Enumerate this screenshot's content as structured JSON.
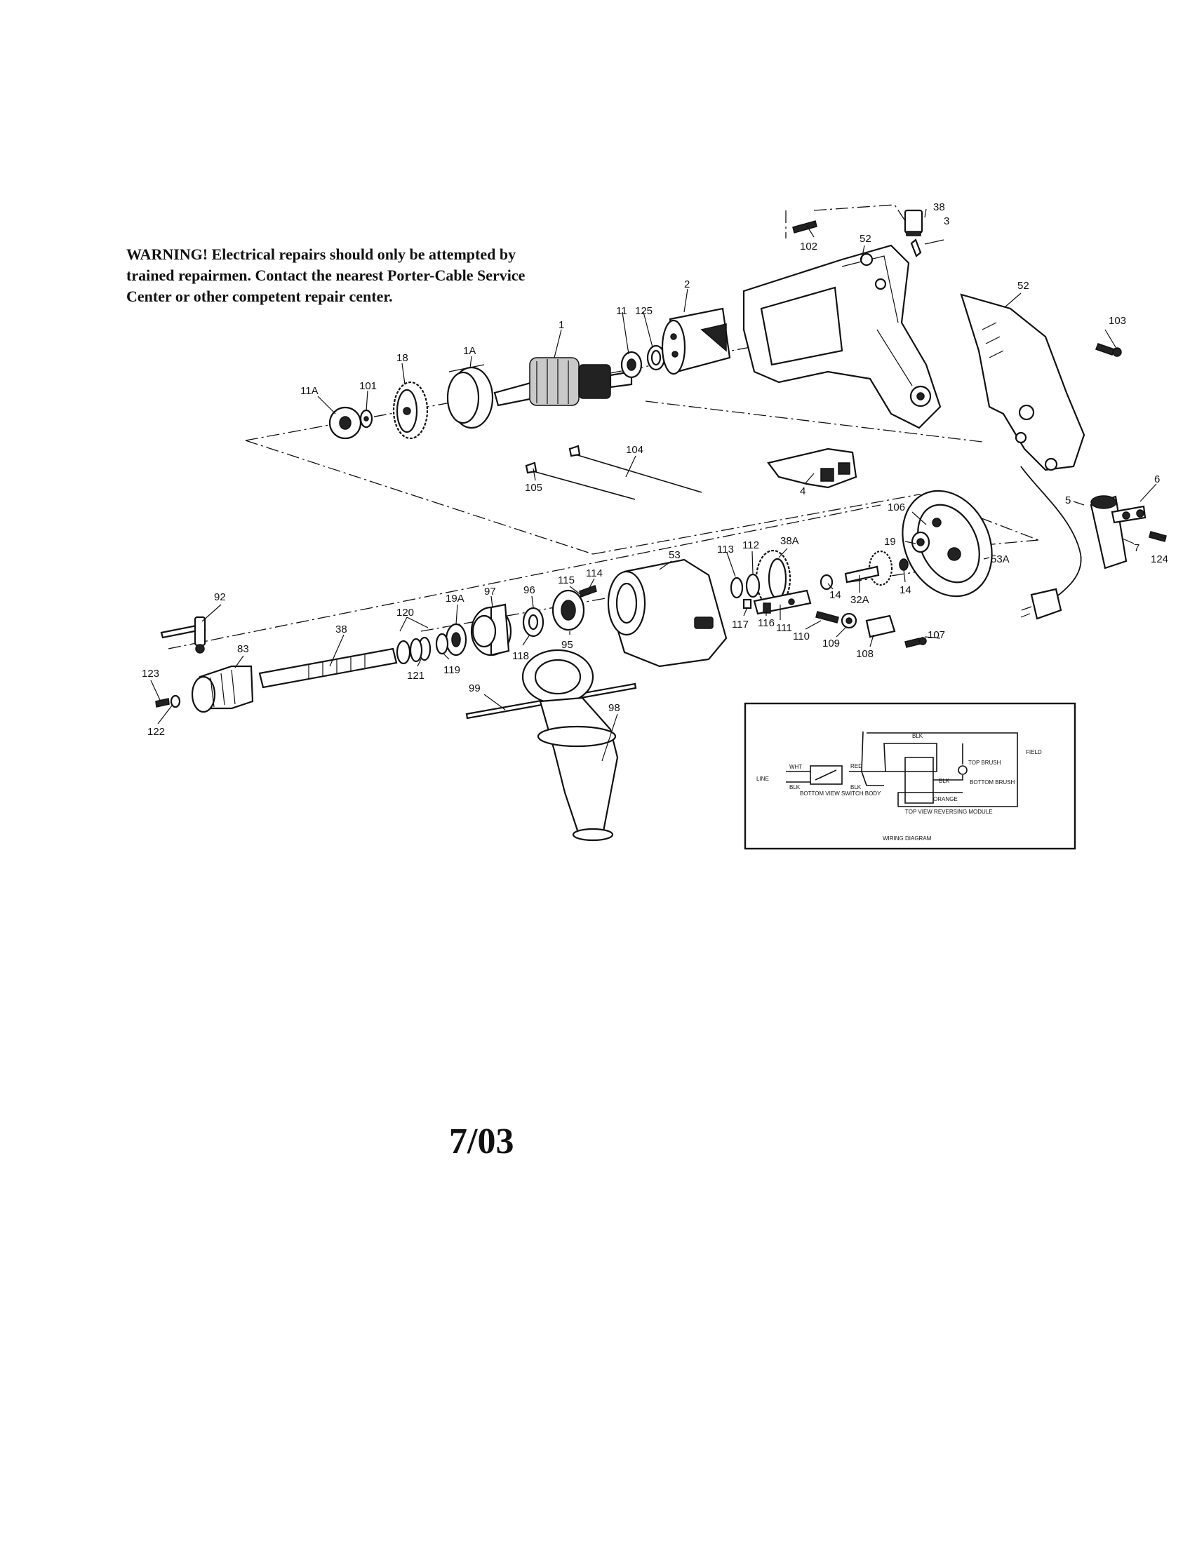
{
  "warning": {
    "line1": "WARNING! Electrical repairs should only be attempted by",
    "line2": "trained repairmen.  Contact the nearest Porter-Cable Service",
    "line3": "Center or other competent repair center."
  },
  "footer": {
    "date": "7/03"
  },
  "callouts": {
    "p38top": "38",
    "p102": "102",
    "p52a": "52",
    "p3": "3",
    "p52b": "52",
    "p103": "103",
    "p2": "2",
    "p11": "11",
    "p125": "125",
    "p1": "1",
    "p1a": "1A",
    "p18": "18",
    "p101": "101",
    "p11a": "11A",
    "p104": "104",
    "p105": "105",
    "p4": "4",
    "p5": "5",
    "p6": "6",
    "p7": "7",
    "p124": "124",
    "p106": "106",
    "p19": "19",
    "p53a": "53A",
    "p14a": "14",
    "p14b": "14",
    "p32a": "32A",
    "p38a": "38A",
    "p112": "112",
    "p113": "113",
    "p53": "53",
    "p114": "114",
    "p115": "115",
    "p117": "117",
    "p116": "116",
    "p111": "111",
    "p110": "110",
    "p109": "109",
    "p108": "108",
    "p107": "107",
    "p96": "96",
    "p97": "97",
    "p19a": "19A",
    "p120": "120",
    "p95": "95",
    "p118": "118",
    "p119": "119",
    "p121": "121",
    "p38": "38",
    "p92": "92",
    "p83": "83",
    "p123": "123",
    "p122": "122",
    "p99": "99",
    "p98": "98"
  },
  "wiring": {
    "blk_top": "BLK",
    "field": "FIELD",
    "wht": "WHT",
    "line": "LINE",
    "blk_left": "BLK",
    "red": "RED",
    "blk_mid": "BLK",
    "blk_right": "BLK",
    "top_brush": "TOP BRUSH",
    "bottom_brush": "BOTTOM BRUSH",
    "orange": "ORANGE",
    "switch_caption": "BOTTOM VIEW SWITCH BODY",
    "module_caption": "TOP VIEW REVERSING MODULE",
    "title": "WIRING DIAGRAM"
  }
}
